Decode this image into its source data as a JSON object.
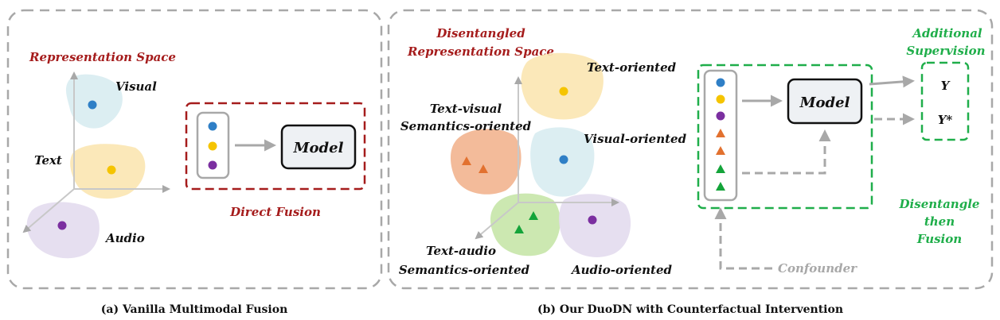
{
  "panel_a": {
    "space_title": "Representation Space",
    "labels": {
      "visual": "Visual",
      "text": "Text",
      "audio": "Audio"
    },
    "model": "Model",
    "fusion": "Direct Fusion",
    "caption": "(a) Vanilla Multimodal Fusion"
  },
  "panel_b": {
    "space_title_1": "Disentangled",
    "space_title_2": "Representation Space",
    "labels": {
      "text_oriented": "Text-oriented",
      "text_visual_1": "Text-visual",
      "text_visual_2": "Semantics-oriented",
      "visual_oriented": "Visual-oriented",
      "text_audio_1": "Text-audio",
      "text_audio_2": "Semantics-oriented",
      "audio_oriented": "Audio-oriented"
    },
    "model": "Model",
    "supervision_1": "Additional",
    "supervision_2": "Supervision",
    "y": "Y",
    "y_star": "Y*",
    "disentangle_1": "Disentangle",
    "disentangle_2": "then",
    "disentangle_3": "Fusion",
    "confounder": "Confounder",
    "caption": "(b) Our DuoDN with Counterfactual Intervention"
  },
  "colors": {
    "red": "#a51c1c",
    "green": "#1fae4a",
    "grey": "#a8a8a8",
    "blue_dot": "#2f7fc6",
    "yellow_dot": "#f5c400",
    "purple_dot": "#7b2fa0",
    "orange_tri": "#e2712f",
    "green_tri": "#14a43a"
  }
}
